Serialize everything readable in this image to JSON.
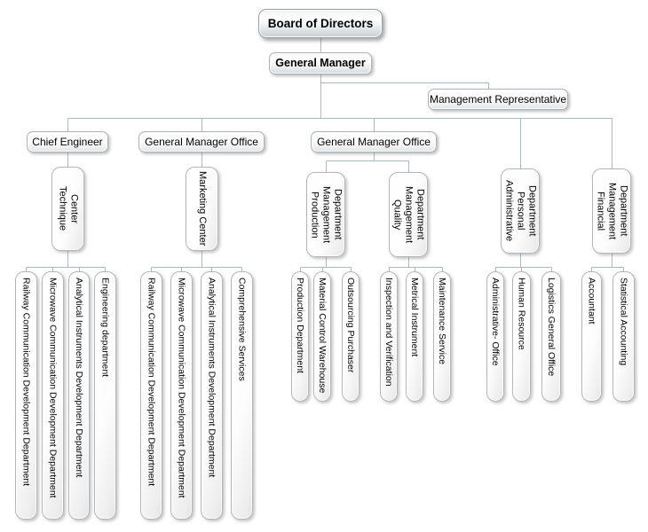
{
  "palette": {
    "connector": "#a9bac6",
    "box_border": "#b3b6b9",
    "text": "#000000"
  },
  "nodes": {
    "board": "Board of Directors",
    "general_manager": "General Manager",
    "management_representative": "Management Representative",
    "chief_engineer": "Chief Engineer",
    "gm_office_1": "General Manager Office",
    "gm_office_2": "General Manager Office",
    "centers": [
      "Technique Center",
      "Marketing Center",
      "Production Management Department",
      "Quality Management Department",
      "Administrative Personal Department",
      "Financial Management Department"
    ],
    "groups": [
      [
        "Railway Communication Development Department",
        "Microwave Communication Development Department",
        "Analytical Instruments Development Department",
        "Engineering department"
      ],
      [
        "Railway Communication Development Department",
        "Microwave Communication Development Department",
        "Analytical Instruments Development Department",
        "Comprehensive Services"
      ],
      [
        "Production Department",
        "Material Control Warehouse",
        "Outsourcing Purchaser"
      ],
      [
        "Inspection and Verification",
        "Metrical Instrument",
        "Maintenance Service"
      ],
      [
        "Administrative- Office",
        "Human Resource",
        "Logistics General Office"
      ],
      [
        "Accountant",
        "Statistical Accounting"
      ]
    ]
  }
}
